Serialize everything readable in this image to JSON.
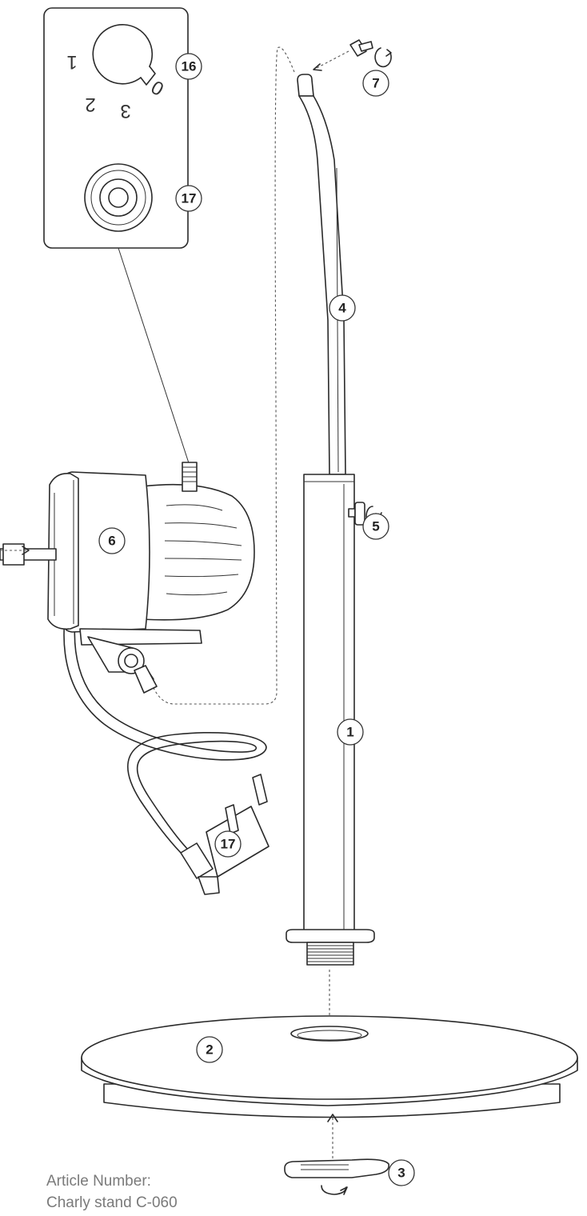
{
  "part_labels": {
    "p1": "1",
    "p2": "2",
    "p3": "3",
    "p4": "4",
    "p5": "5",
    "p6": "6",
    "p7": "7",
    "p16": "16",
    "p17_socket": "17",
    "p17_plug": "17"
  },
  "speed_dial": [
    "1",
    "2",
    "3",
    "0"
  ],
  "article": {
    "label": "Article Number:",
    "value": "Charly stand C-060"
  }
}
